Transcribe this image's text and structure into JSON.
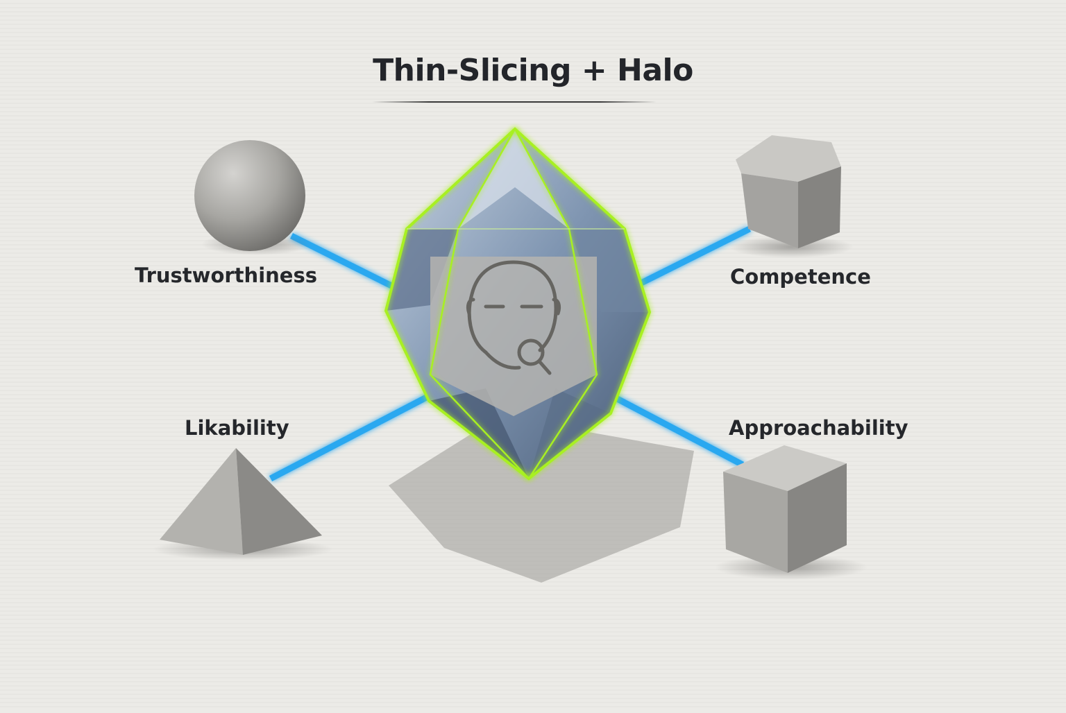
{
  "title": "Thin-Slicing + Halo",
  "nodes": [
    {
      "label": "Trustworthiness",
      "shape": "sphere"
    },
    {
      "label": "Competence",
      "shape": "pentagonal-prism"
    },
    {
      "label": "Likability",
      "shape": "pyramid"
    },
    {
      "label": "Approachability",
      "shape": "cube"
    }
  ],
  "center": {
    "shape": "crystal",
    "icon": "face-scan-icon"
  },
  "colors": {
    "background": "#ecebe7",
    "connector": "#2aa8f0",
    "crystal_edge": "#a8f020",
    "crystal_body": "#8fa6c0",
    "concrete": "#a9a8a4"
  }
}
